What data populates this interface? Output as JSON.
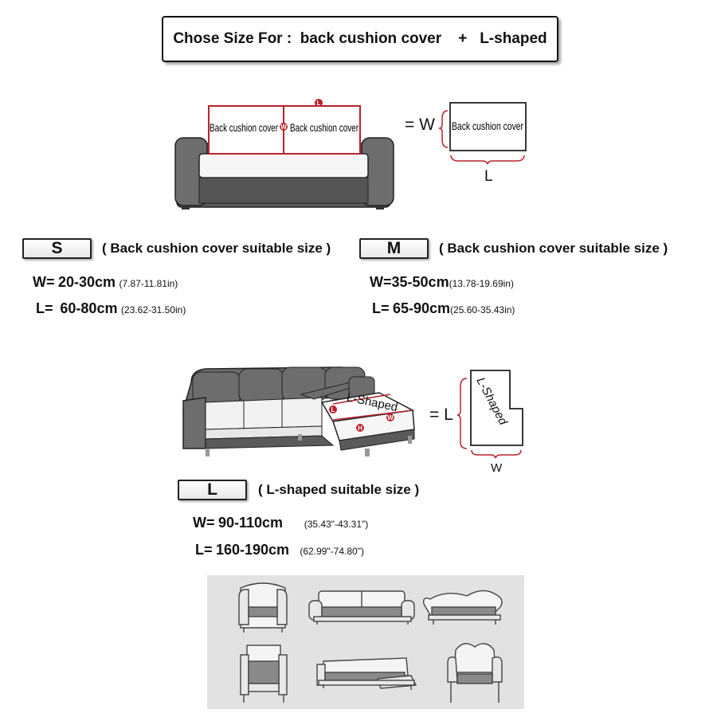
{
  "header": {
    "title": "Chose Size For :  back cushion cover    +   L-shaped"
  },
  "diagram1": {
    "cushion_label_1": "Back cushion cover",
    "cushion_label_2": "Back cushion cover",
    "marker_l": "L",
    "marker_w": "W",
    "equals": "= W",
    "detail_label": "Back cushion cover",
    "detail_l": "L",
    "accent_color": "#b7232b"
  },
  "sizes": {
    "s": {
      "tag": "S",
      "desc": "( Back cushion cover suitable size )",
      "w_label": "W=",
      "w_value": "20-30cm",
      "w_inch": "(7.87-11.81in)",
      "l_label": "L=",
      "l_value": "60-80cm",
      "l_inch": "(23.62-31.50in)"
    },
    "m": {
      "tag": "M",
      "desc": "( Back cushion cover suitable size )",
      "w_label": "W=",
      "w_value": "35-50cm",
      "w_inch": "(13.78-19.69in)",
      "l_label": "L=",
      "l_value": "65-90cm",
      "l_inch": "(25.60-35.43in)"
    },
    "l": {
      "tag": "L",
      "desc": "( L-shaped suitable size )",
      "w_label": "W=",
      "w_value": "90-110cm",
      "w_inch": "(35.43\"-43.31\")",
      "l_label": "L=",
      "l_value": "160-190cm",
      "l_inch": "(62.99\"-74.80\")"
    }
  },
  "diagram2": {
    "seat_label": "L-Shaped",
    "marker_l": "L",
    "marker_w": "W",
    "marker_h": "H",
    "equals": "= L",
    "detail_label": "L-Shaped",
    "detail_w": "W"
  }
}
